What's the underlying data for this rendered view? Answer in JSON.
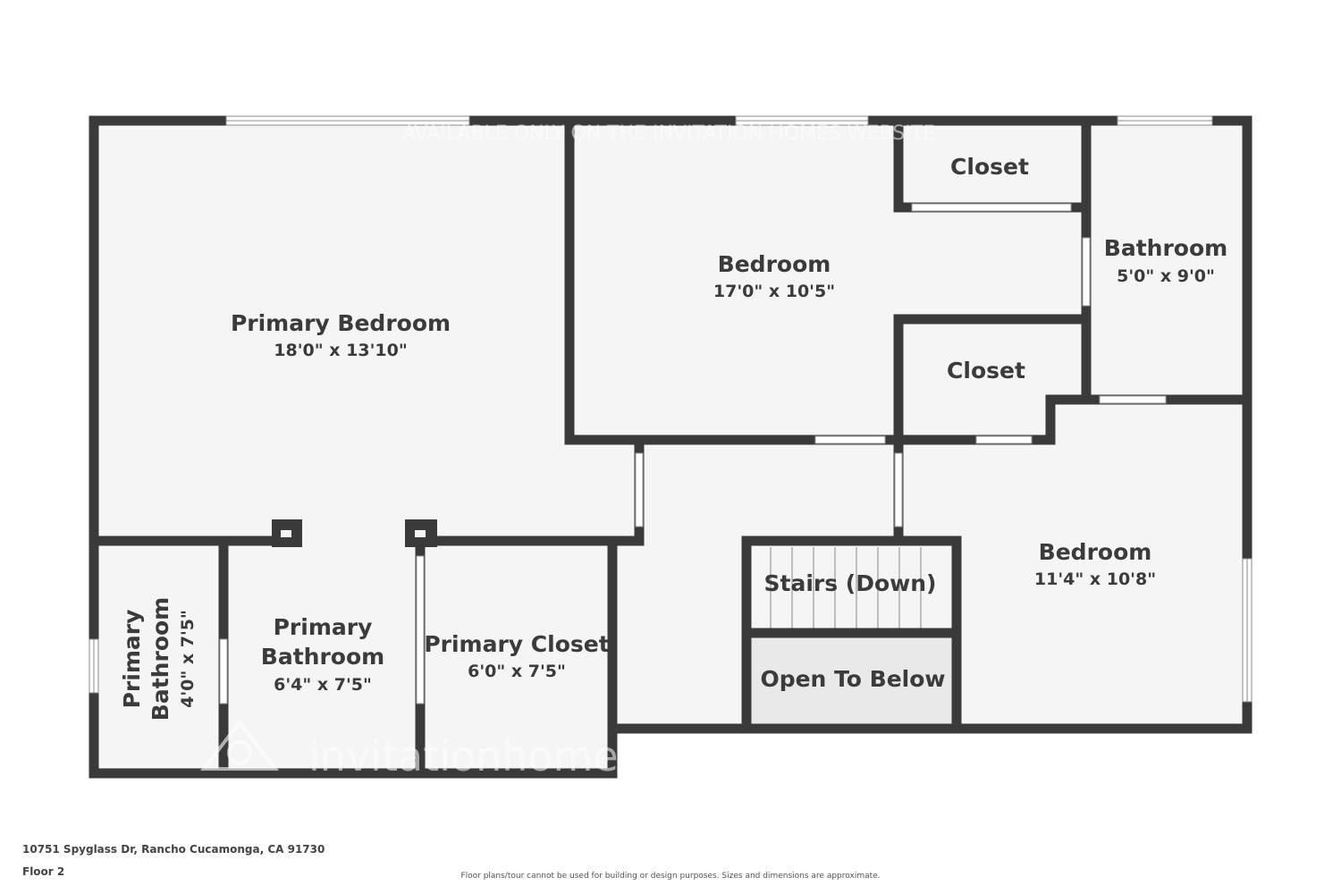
{
  "plan": {
    "colors": {
      "wall": "#3a3a3a",
      "floor": "#f5f5f5",
      "open_to_below": "#e9e9e9",
      "text": "#3b3b3b"
    },
    "rooms": {
      "primary_bedroom": {
        "name": "Primary Bedroom",
        "dims": "18'0\" x 13'10\""
      },
      "bedroom_1": {
        "name": "Bedroom",
        "dims": "17'0\" x 10'5\""
      },
      "closet_1": {
        "name": "Closet"
      },
      "bathroom": {
        "name": "Bathroom",
        "dims": "5'0\" x 9'0\""
      },
      "closet_2": {
        "name": "Closet"
      },
      "bedroom_2": {
        "name": "Bedroom",
        "dims": "11'4\" x 10'8\""
      },
      "stairs": {
        "name": "Stairs (Down)"
      },
      "open_to_below": {
        "name": "Open To Below"
      },
      "primary_closet": {
        "name": "Primary Closet",
        "dims": "6'0\" x 7'5\""
      },
      "primary_bathroom_1": {
        "name_line1": "Primary",
        "name_line2": "Bathroom",
        "dims": "6'4\" x 7'5\""
      },
      "primary_bathroom_2": {
        "name_line1": "Primary",
        "name_line2": "Bathroom",
        "dims": "4'0\" x 7'5\""
      }
    },
    "watermark_top": "AVAILABLE ONLY ON THE INVITATION HOMES WEBSITE",
    "watermark_logo": "invitationhomes"
  },
  "footer": {
    "address": "10751 Spyglass Dr, Rancho Cucamonga, CA 91730",
    "floor": "Floor 2",
    "disclaimer": "Floor plans/tour cannot be used for building or design purposes. Sizes and dimensions are approximate."
  }
}
